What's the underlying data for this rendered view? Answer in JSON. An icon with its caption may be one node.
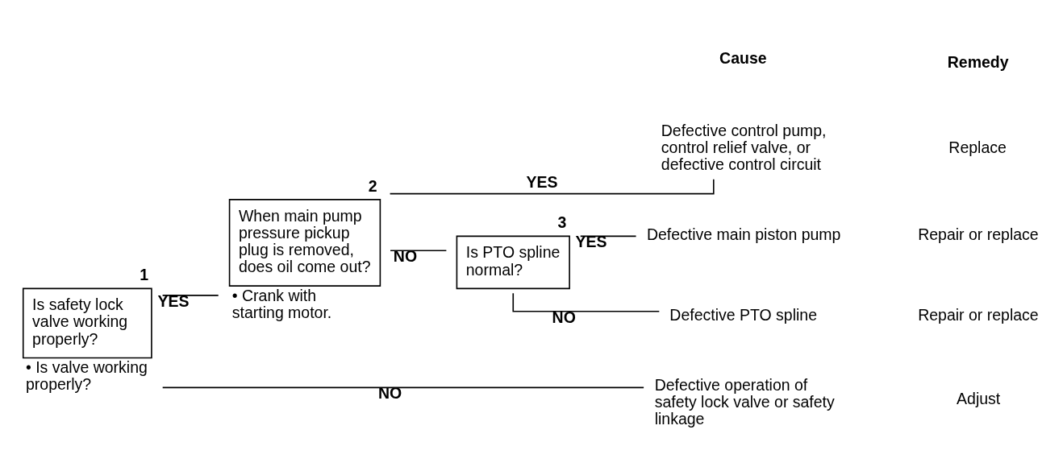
{
  "diagram": {
    "nodes": [
      {
        "text": [
          "Is safety lock valve working properly?"
        ],
        "beside": [
          "1",
          "• Is valve working properly?"
        ]
      },
      {
        "text": [
          "When main pump pressure pickup plug is removed, does oil come out?"
        ],
        "beside": [
          "2",
          "• Crank with starting motor."
        ]
      },
      {
        "text": [
          "Is PTO spline normal?"
        ],
        "beside": [
          "3"
        ]
      },
      {
        "text": [
          "Defective control pump, control relief valve, or defective control circuit"
        ]
      },
      {
        "text": [
          "Defective main piston pump"
        ]
      },
      {
        "text": [
          "Defective PTO spline"
        ]
      },
      {
        "text": [
          "Defective operation of safety lock valve or safety linkage"
        ]
      }
    ],
    "edges": [
      {
        "from": 0,
        "to": 1,
        "arrow": "none",
        "label": "YES"
      },
      {
        "from": 0,
        "to": 6,
        "arrow": "none",
        "label": "NO"
      },
      {
        "from": 1,
        "to": 3,
        "arrow": "none",
        "label": "YES"
      },
      {
        "from": 1,
        "to": 2,
        "arrow": "none",
        "label": "NO"
      },
      {
        "from": 2,
        "to": 4,
        "arrow": "none",
        "label": "YES"
      },
      {
        "from": 2,
        "to": 5,
        "arrow": "none",
        "label": "NO"
      }
    ],
    "labels": [
      "Cause",
      "Remedy",
      "Replace",
      "Repair or replace",
      "Repair or replace",
      "Adjust"
    ]
  }
}
